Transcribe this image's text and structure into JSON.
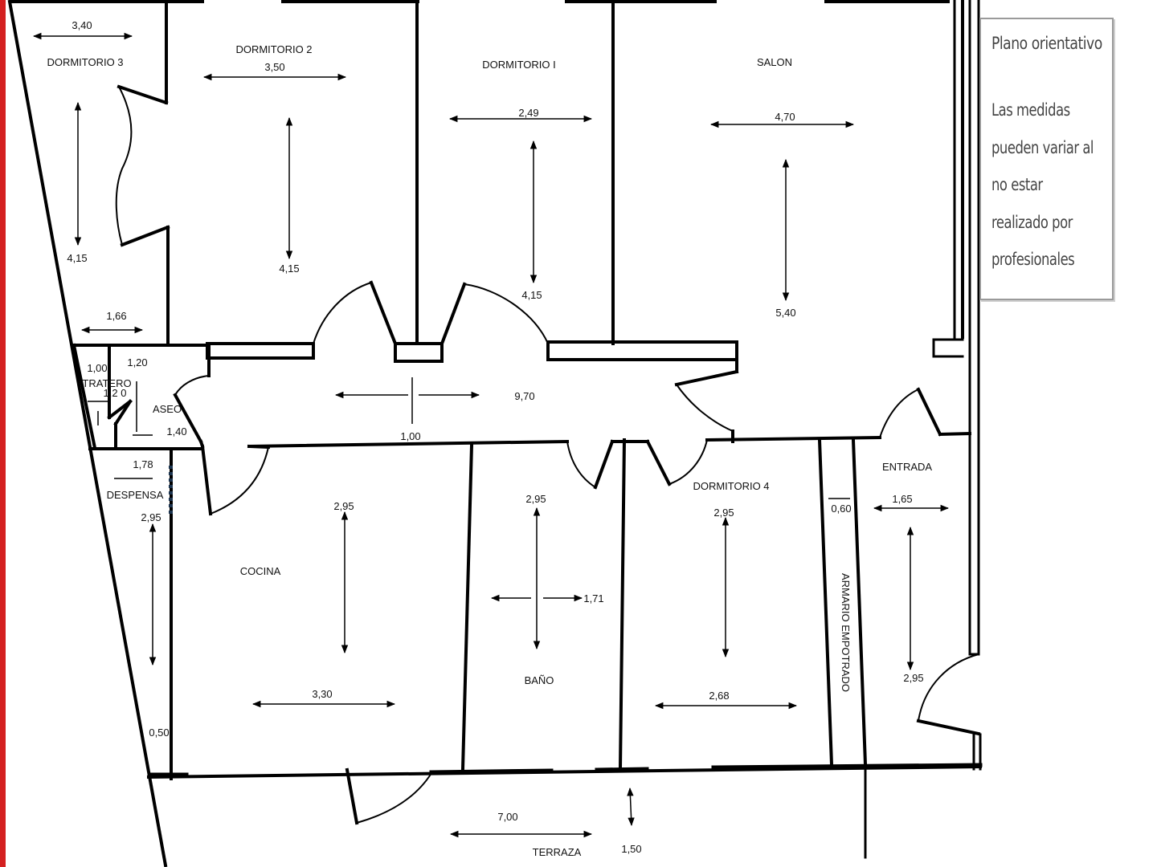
{
  "colors": {
    "wall": "#000000",
    "paper": "#ffffff",
    "margin_accent": "#d42020",
    "note_text": "#444444"
  },
  "note": {
    "title": "Plano orientativo",
    "lines": [
      "Las medidas",
      "pueden variar al",
      "no estar",
      "realizado por",
      "profesionales"
    ]
  },
  "rooms": {
    "dormitorio3": "DORMITORIO 3",
    "dormitorio2": "DORMITORIO 2",
    "dormitorio1": "DORMITORIO I",
    "salon": "SALON",
    "tratero": "TRATERO",
    "aseo": "ASEO",
    "despensa": "DESPENSA",
    "cocina": "COCINA",
    "bano": "BAÑO",
    "dormitorio4": "DORMITORIO 4",
    "entrada": "ENTRADA",
    "armario": "ARMARIO EMPOTRADO",
    "terraza": "TERRAZA"
  },
  "measures": {
    "d3_width": "3,40",
    "d3_length": "4,15",
    "d3_bottom": "1,66",
    "d2_width": "3,50",
    "d2_length": "4,15",
    "d1_width": "2,49",
    "d1_length": "4,15",
    "salon_width": "4,70",
    "salon_length": "5,40",
    "tratero_a": "1,00",
    "tratero_b": "1,2 0",
    "aseo_width": "1,20",
    "aseo_length": "1,40",
    "pasillo_length": "9,70",
    "pasillo_width": "1,00",
    "despensa_width": "1,78",
    "despensa_length": "2,95",
    "despensa_bottom": "0,50",
    "cocina_length": "2,95",
    "cocina_width": "3,30",
    "bano_length": "2,95",
    "bano_width": "1,71",
    "d4_length": "2,95",
    "d4_width": "2,68",
    "armario_width": "0,60",
    "entrada_width": "1,65",
    "entrada_length": "2,95",
    "terraza_length": "7,00",
    "terraza_width": "1,50"
  }
}
